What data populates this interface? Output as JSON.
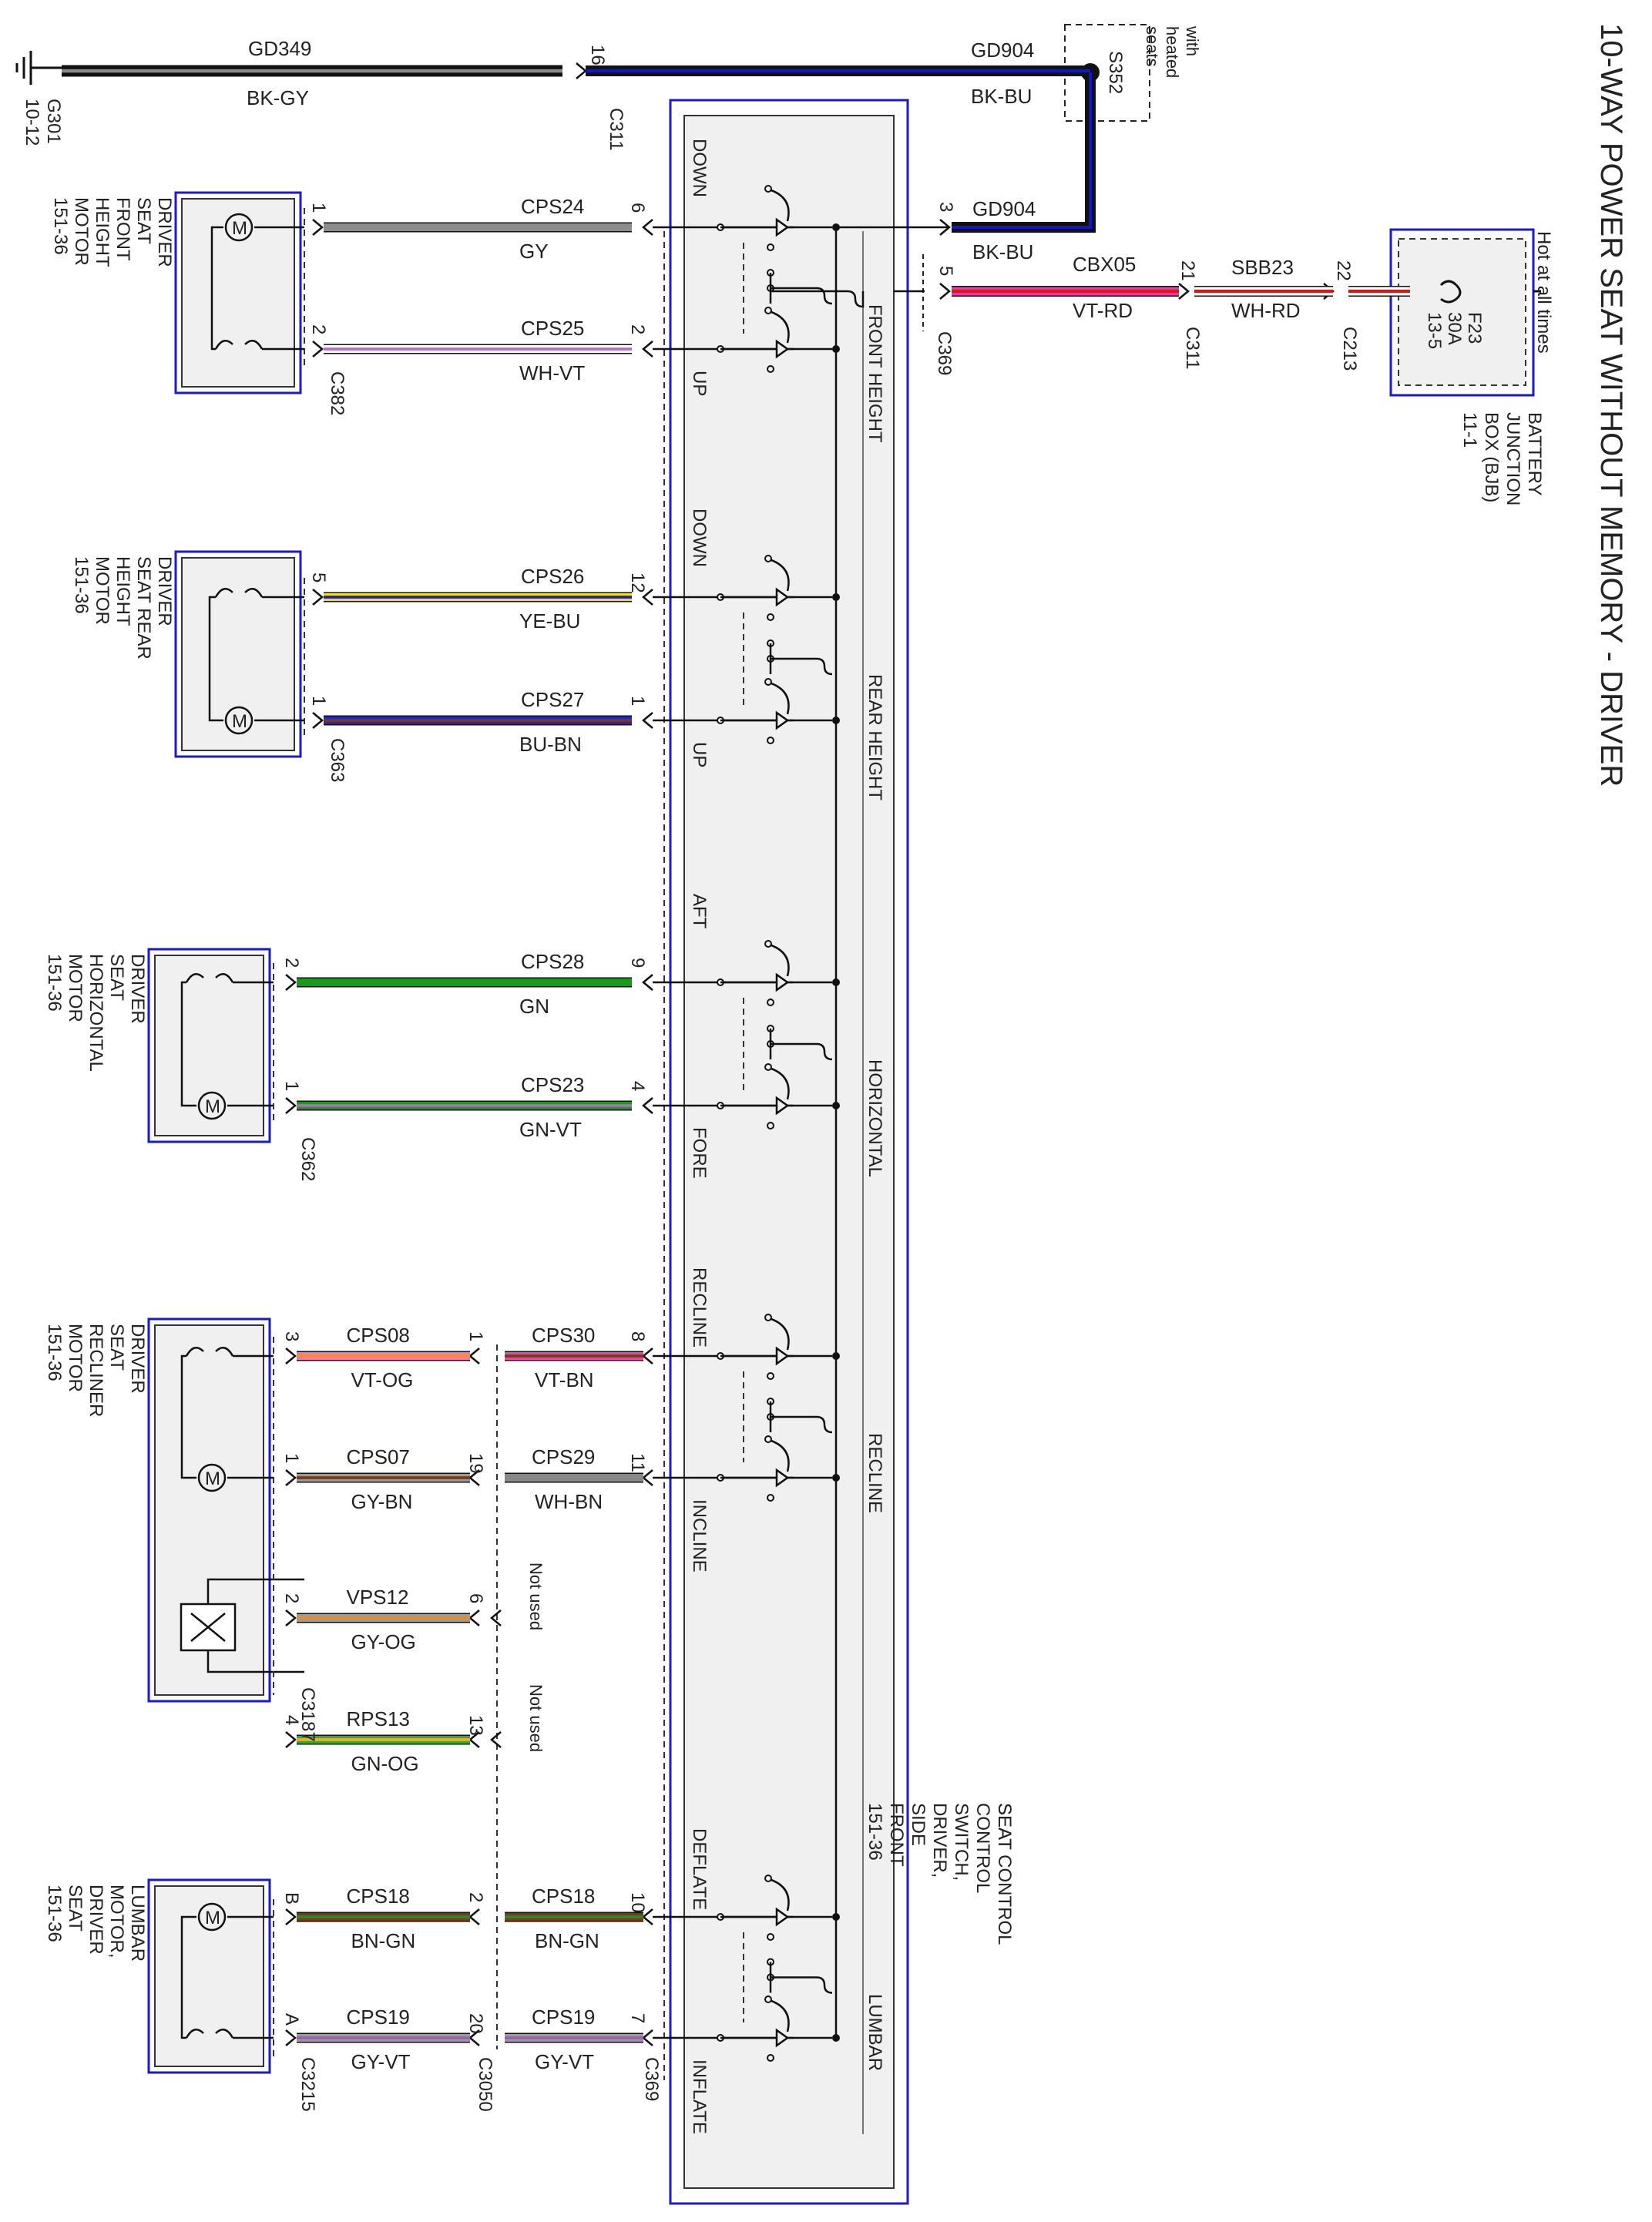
{
  "title": "10-WAY POWER SEAT WITHOUT MEMORY - DRIVER",
  "colors": {
    "BK-GY": [
      "#111111",
      "#8a8a8a"
    ],
    "BK-BU": [
      "#111111",
      "#1414c8"
    ],
    "GY": [
      "#8c8c8c"
    ],
    "WH-VT": [
      "#ffffff",
      "#b46ec8"
    ],
    "VT-RD": [
      "#e23ea5",
      "#e01616"
    ],
    "WH-RD": [
      "#ffffff",
      "#d61818"
    ],
    "YE-BU": [
      "#f0e020",
      "#1e1eb4"
    ],
    "BU-BN": [
      "#2424c0",
      "#7a3a10"
    ],
    "GN": [
      "#1a9a1a"
    ],
    "GN-VT": [
      "#1a9a1a",
      "#b06cc0"
    ],
    "VT-OG": [
      "#f07ab0",
      "#ff8a28"
    ],
    "VT-BN": [
      "#e04ca8",
      "#7a3a10"
    ],
    "GY-BN": [
      "#9a9a9a",
      "#7a3a10"
    ],
    "WH-VT2": [
      "#ffffff",
      "#8a2020"
    ],
    "GY-OG": [
      "#9a9a9a",
      "#f08a20"
    ],
    "GN-OG": [
      "#34a834",
      "#f0b020"
    ],
    "BN-GN": [
      "#7a3a10",
      "#2a8a2a"
    ],
    "GY-VT": [
      "#9a9a9a",
      "#9a60b8"
    ]
  },
  "ground": {
    "connector": "G301",
    "page": "10-12"
  },
  "splice": {
    "name": "S352",
    "note": "with heated seats"
  },
  "bjb": {
    "note": "Hot at all times",
    "name": "BATTERY JUNCTION BOX (BJB)",
    "page": "11-1",
    "fuse": "F23",
    "rating": "30A",
    "fuse_page": "13-5"
  },
  "seat_switch": {
    "name": "SEAT CONTROL SWITCH, DRIVER, SIDE FRONT",
    "page": "151-36"
  },
  "top_wires": [
    {
      "id": "GD349",
      "color": "BK-GY",
      "pin": "16",
      "conn": "C311"
    },
    {
      "id": "GD904",
      "color": "BK-BU"
    }
  ],
  "feed_wires": [
    {
      "id": "GD904",
      "color": "BK-BU",
      "pin": "3"
    },
    {
      "id": "CBX05",
      "color": "VT-RD",
      "pin": "5",
      "conn": "C369"
    },
    {
      "id": "SBB23",
      "color": "WH-RD",
      "pin": "21",
      "conn": "C311"
    },
    {
      "pin": "22",
      "conn": "C213"
    }
  ],
  "motors": [
    {
      "name": "DRIVER SEAT FRONT HEIGHT MOTOR",
      "page": "151-36",
      "conn": "C382"
    },
    {
      "name": "DRIVER SEAT REAR HEIGHT MOTOR",
      "page": "151-36",
      "conn": "C363"
    },
    {
      "name": "DRIVER SEAT HORIZONTAL MOTOR",
      "page": "151-36",
      "conn": "C362"
    },
    {
      "name": "DRIVER SEAT RECLINER MOTOR",
      "page": "151-36",
      "conn": "C3187"
    },
    {
      "name": "LUMBAR MOTOR, DRIVER SEAT",
      "page": "151-36",
      "conn": "C3215"
    }
  ],
  "wires": [
    {
      "id": "CPS24",
      "color": "GY",
      "mpin": "1",
      "spin": "6"
    },
    {
      "id": "CPS25",
      "color": "WH-VT",
      "mpin": "2",
      "spin": "2"
    },
    {
      "id": "CPS26",
      "color": "YE-BU",
      "mpin": "5",
      "spin": "12"
    },
    {
      "id": "CPS27",
      "color": "BU-BN",
      "mpin": "1",
      "spin": "1"
    },
    {
      "id": "CPS28",
      "color": "GN",
      "mpin": "2",
      "spin": "9"
    },
    {
      "id": "CPS23",
      "color": "GN-VT",
      "mpin": "1",
      "spin": "4"
    },
    {
      "id": "CPS08",
      "color": "VT-OG",
      "mpin": "3",
      "ipin": "1",
      "id2": "CPS30",
      "color2": "VT-BN",
      "spin": "8"
    },
    {
      "id": "CPS07",
      "color": "GY-BN",
      "mpin": "1",
      "ipin": "19",
      "id2": "CPS29",
      "color2": "WH-BN",
      "spin": "11"
    },
    {
      "id": "VPS12",
      "color": "GY-OG",
      "mpin": "2",
      "ipin": "6",
      "note": "Not used"
    },
    {
      "id": "RPS13",
      "color": "GN-OG",
      "mpin": "4",
      "ipin": "13",
      "note": "Not used"
    },
    {
      "id": "CPS18",
      "color": "BN-GN",
      "mpin": "B",
      "ipin": "2",
      "id2": "CPS18",
      "color2": "BN-GN",
      "spin": "10"
    },
    {
      "id": "CPS19",
      "color": "GY-VT",
      "mpin": "A",
      "ipin": "20",
      "id2": "CPS19",
      "color2": "GY-VT",
      "spin": "7"
    }
  ],
  "inline_conn": "C3050",
  "switch_conn": "C369",
  "switch_labels": [
    {
      "a": "DOWN",
      "b": "UP",
      "group": "FRONT HEIGHT"
    },
    {
      "a": "DOWN",
      "b": "UP",
      "group": "REAR HEIGHT"
    },
    {
      "a": "AFT",
      "b": "FORE",
      "group": "HORIZONTAL"
    },
    {
      "a": "RECLINE",
      "b": "INCLINE",
      "group": "RECLINE"
    },
    {
      "a": "DEFLATE",
      "b": "INFLATE",
      "group": "LUMBAR"
    }
  ]
}
